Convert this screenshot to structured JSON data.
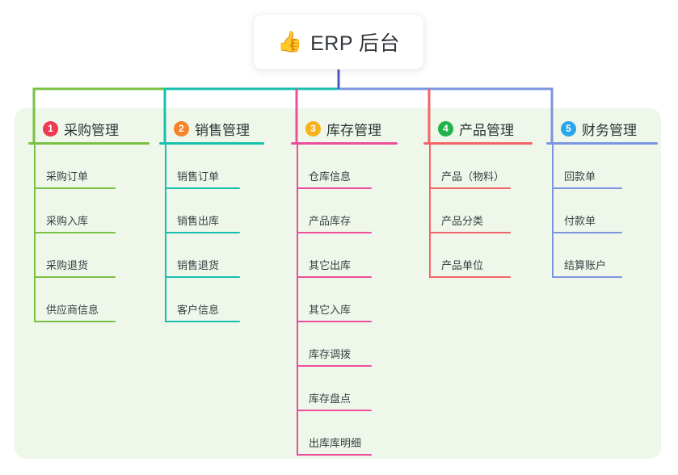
{
  "root": {
    "icon": "thumbs-up-icon",
    "emoji": "👍",
    "title": "ERP 后台"
  },
  "panel": {
    "background": "#eef7e9"
  },
  "stem": {
    "color": "#4a5bc4"
  },
  "columns": [
    {
      "number": "1",
      "title": "采购管理",
      "badge_color": "#ee3a55",
      "line_color": "#7ac143",
      "items": [
        {
          "label": "采购订单"
        },
        {
          "label": "采购入库"
        },
        {
          "label": "采购退货"
        },
        {
          "label": "供应商信息"
        }
      ]
    },
    {
      "number": "2",
      "title": "销售管理",
      "badge_color": "#f5842a",
      "line_color": "#16c0ad",
      "items": [
        {
          "label": "销售订单"
        },
        {
          "label": "销售出库"
        },
        {
          "label": "销售退货"
        },
        {
          "label": "客户信息"
        }
      ]
    },
    {
      "number": "3",
      "title": "库存管理",
      "badge_color": "#f6b21b",
      "line_color": "#ec4f9c",
      "items": [
        {
          "label": "仓库信息"
        },
        {
          "label": "产品库存"
        },
        {
          "label": "其它出库"
        },
        {
          "label": "其它入库"
        },
        {
          "label": "库存调拨"
        },
        {
          "label": "库存盘点"
        },
        {
          "label": "出库库明细"
        }
      ]
    },
    {
      "number": "4",
      "title": "产品管理",
      "badge_color": "#22b24c",
      "line_color": "#f4656a",
      "items": [
        {
          "label": "产品（物料）"
        },
        {
          "label": "产品分类"
        },
        {
          "label": "产品单位"
        }
      ]
    },
    {
      "number": "5",
      "title": "财务管理",
      "badge_color": "#2aa7e8",
      "line_color": "#7b95e0",
      "items": [
        {
          "label": "回款单"
        },
        {
          "label": "付款单"
        },
        {
          "label": "结算账户"
        }
      ]
    }
  ]
}
